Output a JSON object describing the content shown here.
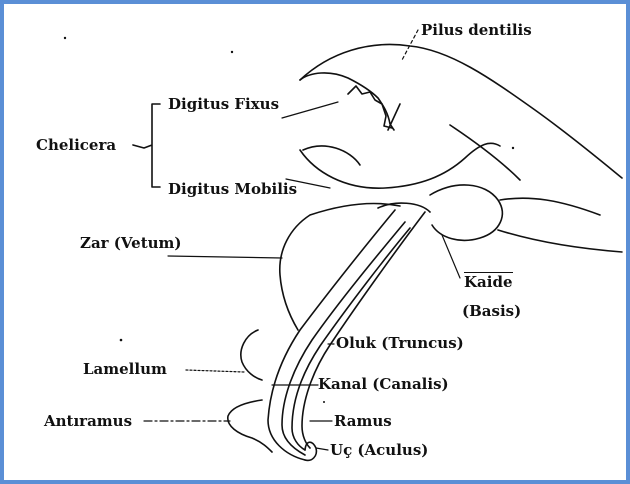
{
  "colors": {
    "frame": "#5b8fd6",
    "ink": "#111111",
    "background": "#ffffff"
  },
  "labels": {
    "pilus_dentilis": "Pilus dentilis",
    "chelicera": "Chelicera",
    "digitus_fixus": "Digitus Fixus",
    "digitus_mobilis": "Digitus Mobilis",
    "zar": "Zar (Vetum)",
    "kaide_1": "Kaide",
    "kaide_2": "(Basis)",
    "oluk": "Oluk (Truncus)",
    "lamellum": "Lamellum",
    "kanal": "Kanal (Canalis)",
    "antiramus": "Antıramus",
    "ramus": "Ramus",
    "uc": "Uç (Aculus)"
  }
}
